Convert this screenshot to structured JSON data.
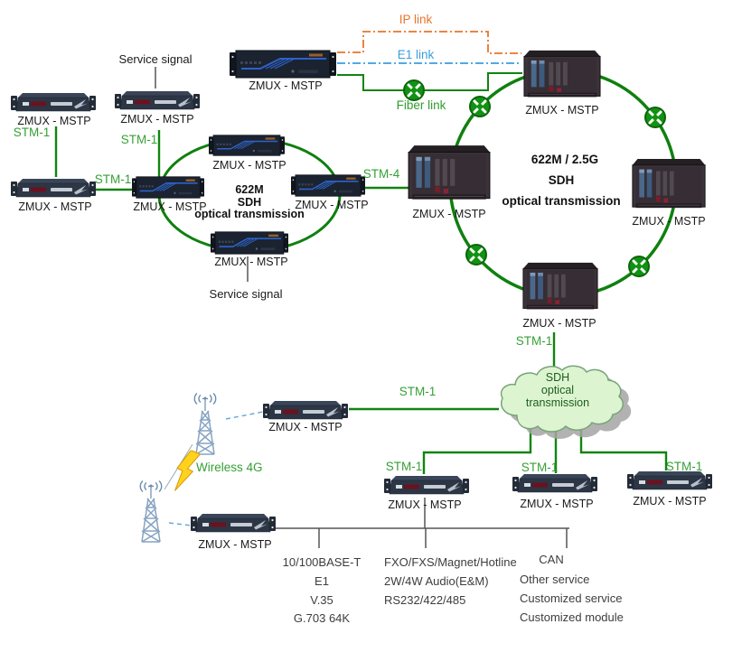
{
  "labels": {
    "device": "ZMUX - MSTP",
    "stm1": "STM-1",
    "stm4": "STM-4",
    "service_signal": "Service signal",
    "wireless_4g": "Wireless 4G"
  },
  "legend": {
    "ip_link": "IP link",
    "e1_link": "E1 link",
    "fiber_link": "Fiber link"
  },
  "ring_left": {
    "line1": "622M",
    "line2": "SDH",
    "line3": "optical transmission"
  },
  "ring_right": {
    "line1": "622M / 2.5G",
    "line2": "SDH",
    "line3": "optical transmission"
  },
  "cloud": {
    "line1": "SDH",
    "line2": "optical",
    "line3": "transmission"
  },
  "services": {
    "col1": [
      "10/100BASE-T",
      "E1",
      "V.35",
      "G.703 64K"
    ],
    "col2": [
      "FXO/FXS/Magnet/Hotline",
      "2W/4W Audio(E&M)",
      "RS232/422/485"
    ],
    "col3": [
      "CAN",
      "Other service",
      "Customized service",
      "Customized module"
    ]
  },
  "colors": {
    "fiber_green": "#118411",
    "stm_text_green": "#35a035",
    "ip_orange": "#e8762c",
    "e1_blue": "#3b9de0",
    "cloud_fill": "#dcf5d0",
    "cloud_text_green": "#1d5c1d"
  }
}
